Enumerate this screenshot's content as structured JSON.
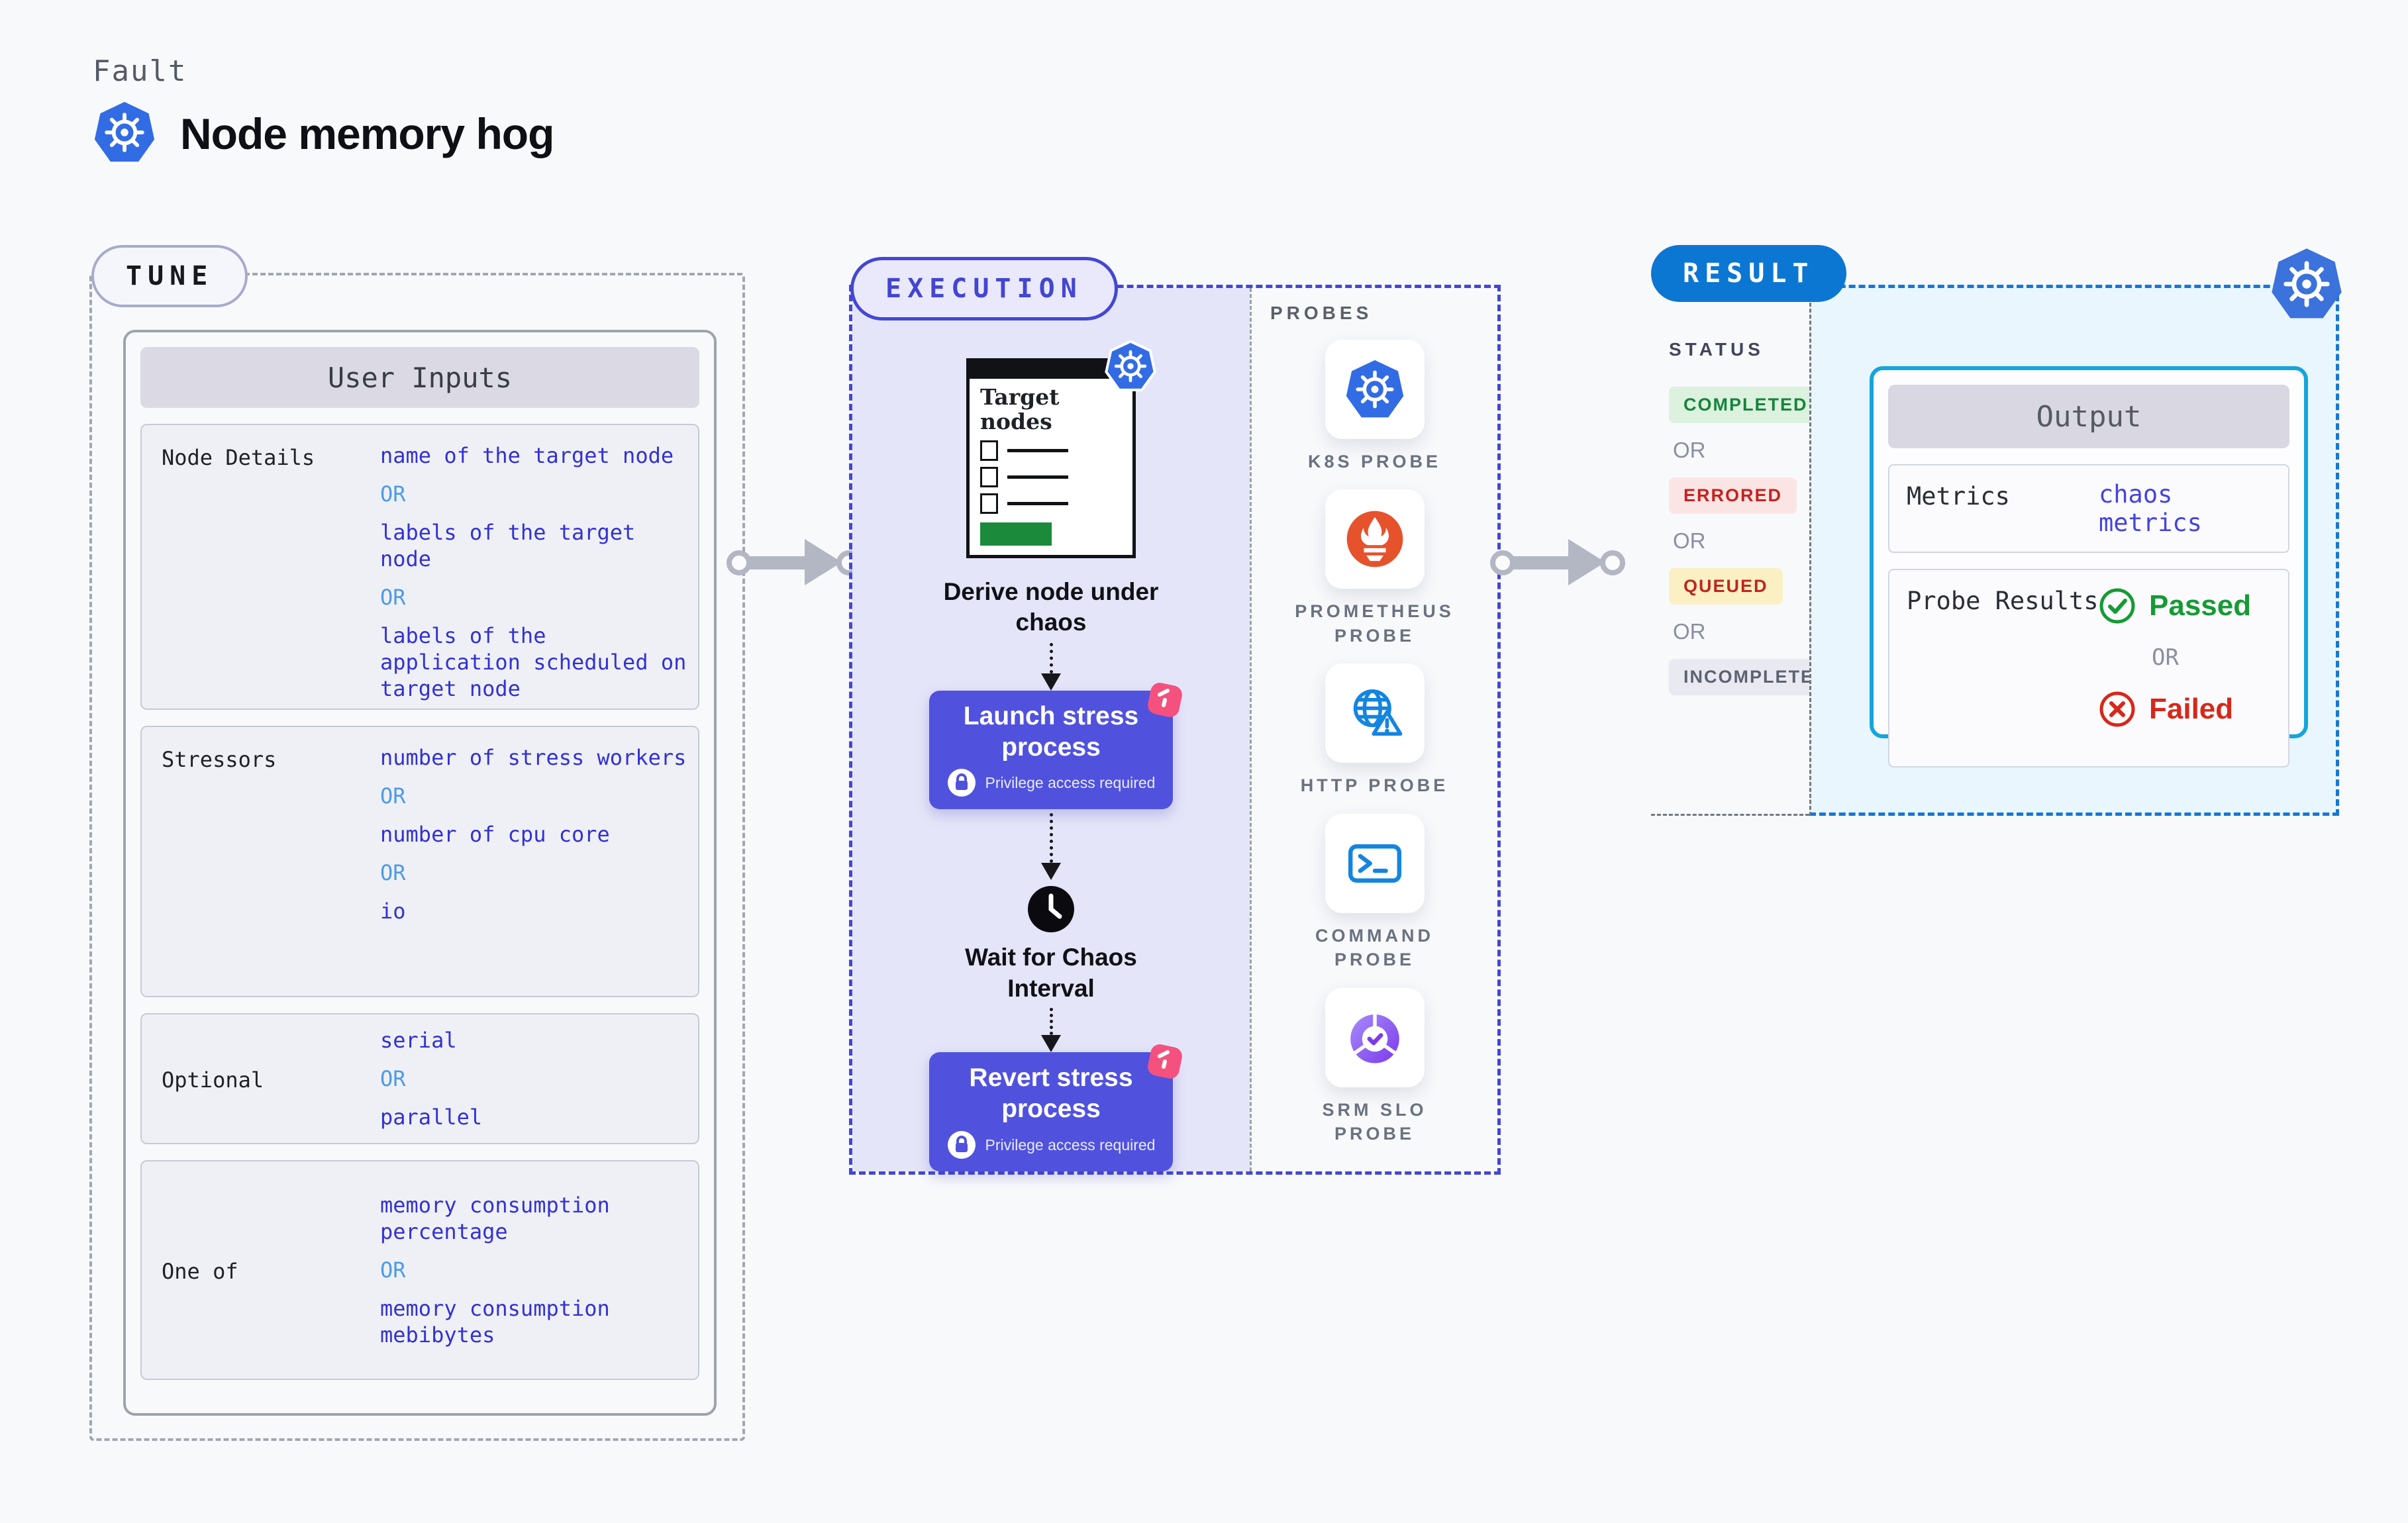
{
  "page": {
    "fault_label": "Fault",
    "title": "Node memory hog"
  },
  "colors": {
    "k8s_blue": "#326CE5",
    "indigo_accent": "#4447D4",
    "result_blue": "#0C76D3",
    "cyan_border": "#15A5DD",
    "value_blue": "#3231D4",
    "or_blue": "#4D9BE8",
    "green": "#169A35",
    "red": "#D6281A",
    "prometheus_orange": "#E6522C",
    "pink_accent": "#F4517E",
    "queued_bg": "#FBF0C4",
    "completed_bg": "#DCF1DE"
  },
  "tune": {
    "badge": "TUNE",
    "table_title": "User Inputs",
    "or_label": "OR",
    "rows": [
      {
        "label": "Node Details",
        "values": [
          "name of the target node",
          "labels of the target node",
          "labels of the application scheduled on target node"
        ]
      },
      {
        "label": "Stressors",
        "values": [
          "number of stress workers",
          "number of cpu core",
          "io"
        ]
      },
      {
        "label": "Optional",
        "values": [
          "serial",
          "parallel"
        ]
      },
      {
        "label": "One of",
        "values": [
          "memory consumption percentage",
          "memory consumption mebibytes"
        ]
      }
    ]
  },
  "execution": {
    "badge": "EXECUTION",
    "target_card_title": "Target nodes",
    "derive_caption": "Derive node under chaos",
    "launch_label": "Launch stress process",
    "privilege_note": "Privilege access required",
    "wait_caption": "Wait for Chaos Interval",
    "revert_label": "Revert stress process"
  },
  "probes": {
    "title": "PROBES",
    "items": [
      {
        "label": "K8S PROBE"
      },
      {
        "label": "PROMETHEUS PROBE"
      },
      {
        "label": "HTTP PROBE"
      },
      {
        "label": "COMMAND PROBE"
      },
      {
        "label": "SRM SLO PROBE"
      }
    ]
  },
  "result": {
    "badge": "RESULT",
    "status_label": "STATUS",
    "or_label": "OR",
    "statuses": [
      {
        "label": "COMPLETED"
      },
      {
        "label": "ERRORED"
      },
      {
        "label": "QUEUED"
      },
      {
        "label": "INCOMPLETED"
      }
    ],
    "output": {
      "title": "Output",
      "metrics_label": "Metrics",
      "metrics_value": "chaos metrics",
      "probe_results_label": "Probe Results",
      "passed_label": "Passed",
      "or_label": "OR",
      "failed_label": "Failed"
    }
  }
}
